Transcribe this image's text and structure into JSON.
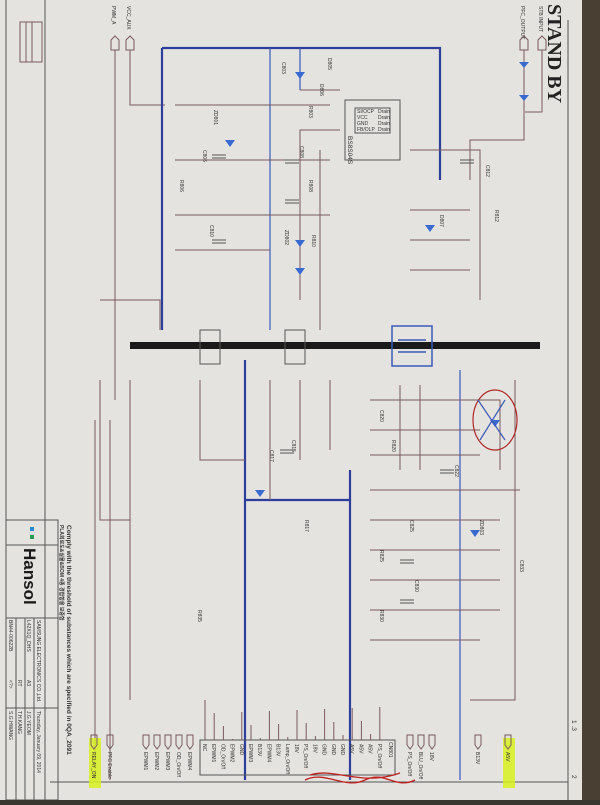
{
  "sheet": {
    "heading": "STAND BY",
    "page_index": "1 .3",
    "page_total": "2"
  },
  "top_connectors": {
    "stb_input": "STB INPUT",
    "pfc_output": "PFC_OUTPUT",
    "pwm_a": "PWM_A",
    "vcc_aux": "VCC_AUX"
  },
  "ic": {
    "pins": [
      "SI/OCP",
      "VCC",
      "GND",
      "FB/OLP"
    ],
    "drain": [
      "Drain",
      "Drain",
      "Drain",
      "Drain"
    ],
    "part": "BS8S04S"
  },
  "components": [
    "D805",
    "D806",
    "C803",
    "R803",
    "ZD801",
    "C806",
    "R806",
    "C808",
    "R808",
    "ZD802",
    "C810",
    "R810",
    "D807",
    "C812",
    "R812",
    "C815",
    "C817",
    "R817",
    "C820",
    "R820",
    "C822",
    "ZD803",
    "C825",
    "R825",
    "C830",
    "R830",
    "C833",
    "R835"
  ],
  "bottom_connectors": [
    "RELAY_ON",
    "PFC Enable",
    "EPWM1",
    "EPWM2",
    "EPWM3",
    "OD_On/Off",
    "EPWM4",
    "PS_On/Off",
    "BLU_On/Off",
    "18V",
    "B13V",
    "A5V"
  ],
  "cn801": {
    "name": "CN801",
    "pins": [
      "NC",
      "EPWM1",
      "OD_On/Off",
      "EPWM2",
      "GND",
      "EPWM3",
      "B13V",
      "EPWM4",
      "B13V",
      "Lamp_On/Off",
      "18V",
      "PS_On/Off",
      "18V",
      "GND",
      "GND",
      "GND",
      "A5V",
      "A5V",
      "A5V",
      "PS_On/Off"
    ]
  },
  "title_block": {
    "korean_note": "PLA회로도&실물&BOM 4종 경합함을 보증함",
    "rohs_note": "Comply with the threshold of substances which are specified in 0QA_2091",
    "logo": "Hansol",
    "company": "SAMSUNG ELECTRONICS CO.,Ltd.",
    "date": "Thursday, January 09, 2014",
    "model": "L42X1Q_DHS",
    "size": "A3",
    "designer": "J.G.YEOM",
    "rev": "RT",
    "checker": "T.H.KANG",
    "part_no": "BN44-00622B",
    "sheet_code": "<?>",
    "approver": "S.G.HWANG"
  },
  "colors": {
    "paper": "#e4e3df",
    "wire": "#7a5a5e",
    "bus": "#2d3f9a",
    "highlight": "#d8f020",
    "ink_red": "#c02020"
  }
}
